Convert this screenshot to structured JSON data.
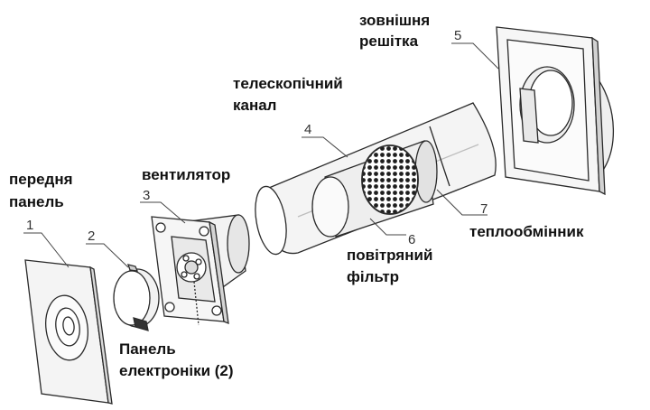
{
  "labels": {
    "outer_grille_1": "зовнішня",
    "outer_grille_2": "решітка",
    "duct_1": "телескопічний",
    "duct_2": "канал",
    "fan": "вентилятор",
    "front_panel_1": "передня",
    "front_panel_2": "панель",
    "heat_exchanger": "теплообмінник",
    "air_filter_1": "повітряний",
    "air_filter_2": "фільтр",
    "electronics_1": "Панель",
    "electronics_2": "електроніки (2)"
  },
  "callouts": {
    "n1": "1",
    "n2": "2",
    "n3": "3",
    "n4": "4",
    "n5": "5",
    "n6": "6",
    "n7": "7"
  },
  "colors": {
    "line": "#2a2a2a",
    "panel_fill": "#f7f7f7",
    "shade": "#dcdcdc",
    "filter_mesh": "#1e1e1e"
  }
}
